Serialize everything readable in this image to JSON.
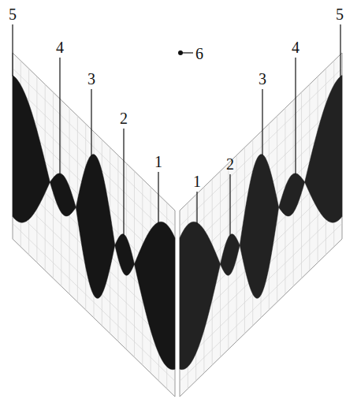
{
  "diagram": {
    "labels": [
      "5",
      "4",
      "3",
      "2",
      "1",
      "1",
      "2",
      "3",
      "4",
      "5",
      "6"
    ]
  }
}
